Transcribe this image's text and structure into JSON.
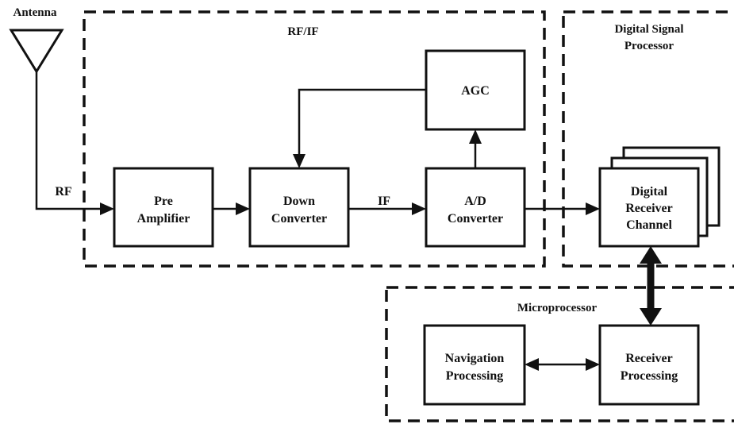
{
  "diagram": {
    "antenna": {
      "label": "Antenna"
    },
    "signals": {
      "rf": "RF",
      "if": "IF"
    },
    "groups": {
      "rf_if": "RF/IF",
      "dsp": [
        "Digital Signal",
        "Processor"
      ],
      "micro": "Microprocessor"
    },
    "blocks": {
      "pre_amp": [
        "Pre",
        "Amplifier"
      ],
      "down_conv": [
        "Down",
        "Converter"
      ],
      "agc": [
        "AGC"
      ],
      "ad_conv": [
        "A/D",
        "Converter"
      ],
      "receiver_channel": [
        "Digital",
        "Receiver",
        "Channel"
      ],
      "navigation": [
        "Navigation",
        "Processing"
      ],
      "receiver_processing": [
        "Receiver",
        "Processing"
      ]
    }
  }
}
